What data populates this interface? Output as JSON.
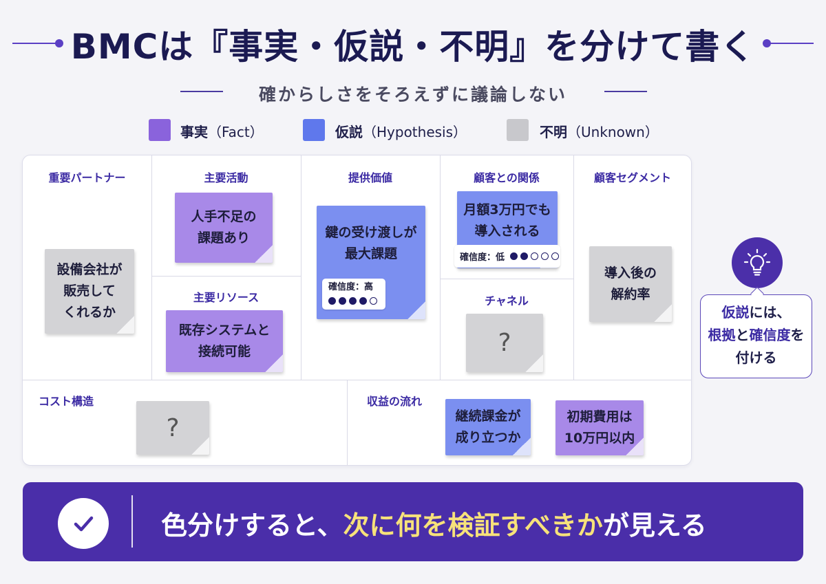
{
  "header": {
    "title": "BMCは『事実・仮説・不明』を分けて書く",
    "subtitle": "確からしさをそろえずに議論しない"
  },
  "legend": [
    {
      "label": "事実",
      "paren": "（Fact）",
      "color": "#8a63dc"
    },
    {
      "label": "仮説",
      "paren": "（Hypothesis）",
      "color": "#5f78ec"
    },
    {
      "label": "不明",
      "paren": "（Unknown）",
      "color": "#c8c8cc"
    }
  ],
  "canvas": {
    "key_partners": {
      "title": "重要パートナー",
      "note": [
        "設備会社が",
        "販売して",
        "くれるか"
      ],
      "type": "unknown"
    },
    "key_activities": {
      "title": "主要活動",
      "note": [
        "人手不足の",
        "課題あり"
      ],
      "type": "fact"
    },
    "key_resources": {
      "title": "主要リソース",
      "note": [
        "既存システムと",
        "接続可能"
      ],
      "type": "fact"
    },
    "value_proposition": {
      "title": "提供価値",
      "note": [
        "鍵の受け渡しが",
        "最大課題"
      ],
      "type": "hypothesis",
      "confidence": {
        "label": "確信度：高",
        "level": 4,
        "max": 5
      }
    },
    "customer_relationships": {
      "title": "顧客との関係",
      "note": [
        "月額3万円でも",
        "導入される"
      ],
      "type": "hypothesis",
      "confidence": {
        "label": "確信度：低",
        "level": 2,
        "max": 5
      }
    },
    "channels": {
      "title": "チャネル",
      "note": [
        "?"
      ],
      "type": "unknown"
    },
    "customer_segments": {
      "title": "顧客セグメント",
      "note": [
        "導入後の",
        "解約率"
      ],
      "type": "unknown"
    },
    "cost_structure": {
      "title": "コスト構造",
      "note": [
        "?"
      ],
      "type": "unknown"
    },
    "revenue_streams": {
      "title": "収益の流れ",
      "notes": [
        {
          "text": [
            "継続課金が",
            "成り立つか"
          ],
          "type": "hypothesis"
        },
        {
          "text": [
            "初期費用は",
            "10万円以内"
          ],
          "type": "fact"
        }
      ]
    }
  },
  "callout": {
    "line1_a": "仮説",
    "line1_b": "には、",
    "line2_a": "根拠",
    "line2_b": "と",
    "line2_c": "確信度",
    "line2_d": "を",
    "line3": "付ける"
  },
  "banner": {
    "text_a": "色分けすると、",
    "text_highlight": "次に何を検証すべきか",
    "text_b": "が見える",
    "highlight_color": "#f7e27a"
  }
}
